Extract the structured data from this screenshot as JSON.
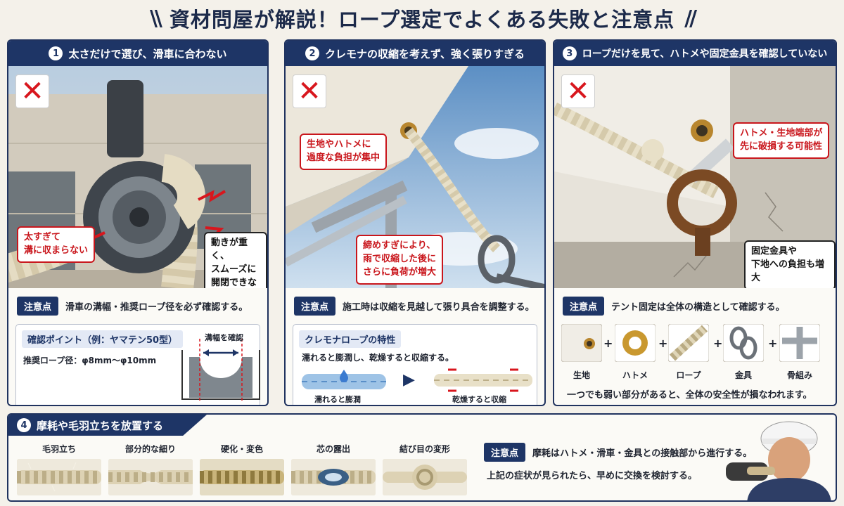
{
  "header": {
    "title": "資材問屋が解説！ロープ選定でよくある失敗と注意点",
    "left_deco": "\\\\",
    "right_deco": "//"
  },
  "icons": {
    "x_mark": "✕",
    "plus": "+",
    "arrow_right": "▶"
  },
  "colors": {
    "navy": "#1e3566",
    "red": "#c9161c",
    "rope": "#e8e2cf"
  },
  "panel1": {
    "num": "1",
    "title": "太さだけで選び、滑車に合わない",
    "callout_red": [
      "太すぎて",
      "溝に収まらない"
    ],
    "callout_dark": [
      "動きが重く、",
      "スムーズに",
      "開閉できない"
    ],
    "note_tag": "注意点",
    "note_text": "滑車の溝幅・推奨ロープ径を必ず確認する。",
    "check_title": "確認ポイント（例：ヤマテン50型）",
    "check_text": "推奨ロープ径：φ8mm〜φ10mm",
    "groove_label": "溝幅を確認"
  },
  "panel2": {
    "num": "2",
    "title": "クレモナの収縮を考えず、強く張りすぎる",
    "callout_top": [
      "生地やハトメに",
      "過度な負担が集中"
    ],
    "callout_bottom": [
      "締めすぎにより、",
      "雨で収縮した後に",
      "さらに負荷が増大"
    ],
    "note_tag": "注意点",
    "note_text": "施工時は収縮を見越して張り具合を調整する。",
    "char_title": "クレモナロープの特性",
    "char_text": "濡れると膨潤し、乾燥すると収縮する。",
    "wet_label": "濡れると膨潤",
    "dry_label": "乾燥すると収縮"
  },
  "panel3": {
    "num": "3",
    "title": "ロープだけを見て、ハトメや固定金具を確認していない",
    "callout_top": [
      "ハトメ・生地端部が",
      "先に破損する可能性"
    ],
    "callout_bottom": [
      "固定金具や",
      "下地への負担も増大"
    ],
    "note_tag": "注意点",
    "note_text": "テント固定は全体の構造として確認する。",
    "parts": [
      "生地",
      "ハトメ",
      "ロープ",
      "金具",
      "骨組み"
    ],
    "summary": "一つでも弱い部分があると、全体の安全性が損なわれます。"
  },
  "panel4": {
    "num": "4",
    "title": "摩耗や毛羽立ちを放置する",
    "items": [
      "毛羽立ち",
      "部分的な細り",
      "硬化・変色",
      "芯の露出",
      "結び目の変形"
    ],
    "note_tag": "注意点",
    "note_text": "摩耗はハトメ・滑車・金具との接触部から進行する。",
    "advice": "上記の症状が見られたら、早めに交換を検討する。"
  }
}
